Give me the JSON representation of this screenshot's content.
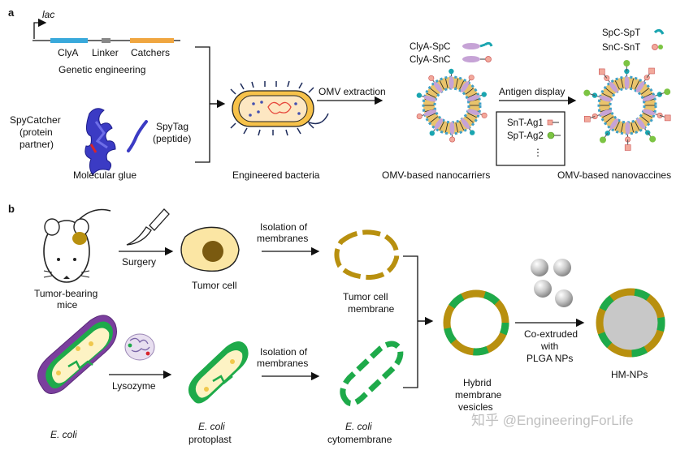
{
  "panel_a": {
    "letter": "a",
    "gene": {
      "promoter": "lac",
      "segments": [
        "ClyA",
        "Linker",
        "Catchers"
      ],
      "caption": "Genetic engineering",
      "colors": {
        "clya": "#39a9db",
        "linker": "#888888",
        "catchers": "#f0a640"
      }
    },
    "spycatcher_label": [
      "SpyCatcher",
      "(protein",
      "partner)"
    ],
    "spytag_label": [
      "SpyTag",
      "(peptide)"
    ],
    "glue_caption": "Molecular glue",
    "bacteria_caption": "Engineered bacteria",
    "arrow_omv": "OMV extraction",
    "carrier_legend": [
      "ClyA-SpC",
      "ClyA-SnC"
    ],
    "carrier_caption": "OMV-based nanocarriers",
    "arrow_antigen": "Antigen display",
    "antigen_box": [
      "SnT-Ag1",
      "SpT-Ag2",
      "⋮"
    ],
    "vaccine_legend": [
      "SpC-SpT",
      "SnC-SnT"
    ],
    "vaccine_caption": "OMV-based nanovaccines"
  },
  "panel_b": {
    "letter": "b",
    "mouse_label": [
      "Tumor-bearing",
      "mice"
    ],
    "surgery": "Surgery",
    "tumor_cell": "Tumor cell",
    "isolation_top": [
      "Isolation of",
      "membranes"
    ],
    "tumor_membrane": [
      "Tumor cell",
      "membrane"
    ],
    "ecoli": "E. coli",
    "lysozyme": "Lysozyme",
    "protoplast": [
      "E. coli",
      "protoplast"
    ],
    "isolation_bottom": [
      "Isolation of",
      "membranes"
    ],
    "cytomembrane": [
      "E. coli",
      "cytomembrane"
    ],
    "hybrid": [
      "Hybrid",
      "membrane",
      "vesicles"
    ],
    "coextruded": [
      "Co-extruded",
      "with",
      "PLGA NPs"
    ],
    "hmnp": "HM-NPs",
    "colors": {
      "tumor_membrane": "#b8900f",
      "ecoli_membrane": "#1eaa4a",
      "core": "#c8c8c8",
      "ecoli_outer": "#7b3f9e"
    }
  },
  "watermark": "知乎 @EngineeringForLife"
}
